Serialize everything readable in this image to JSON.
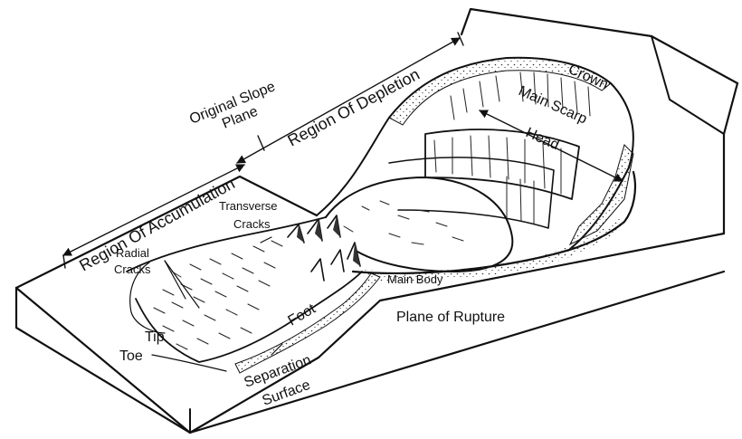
{
  "diagram": {
    "labels": {
      "original_slope_plane_1": "Original Slope",
      "original_slope_plane_2": "Plane",
      "region_of_depletion": "Region Of Depletion",
      "region_of_accumulation": "Region Of Accumulation",
      "crown": "Crown",
      "main_scarp": "Main Scarp",
      "head": "Head",
      "transverse_cracks_1": "Transverse",
      "transverse_cracks_2": "Cracks",
      "radial_cracks_1": "Radial",
      "radial_cracks_2": "Cracks",
      "main_body": "Main Body",
      "plane_of_rupture": "Plane of Rupture",
      "foot": "Foot",
      "tip": "Tip",
      "toe": "Toe",
      "separation_surface_1": "Separation",
      "separation_surface_2": "Surface"
    }
  }
}
